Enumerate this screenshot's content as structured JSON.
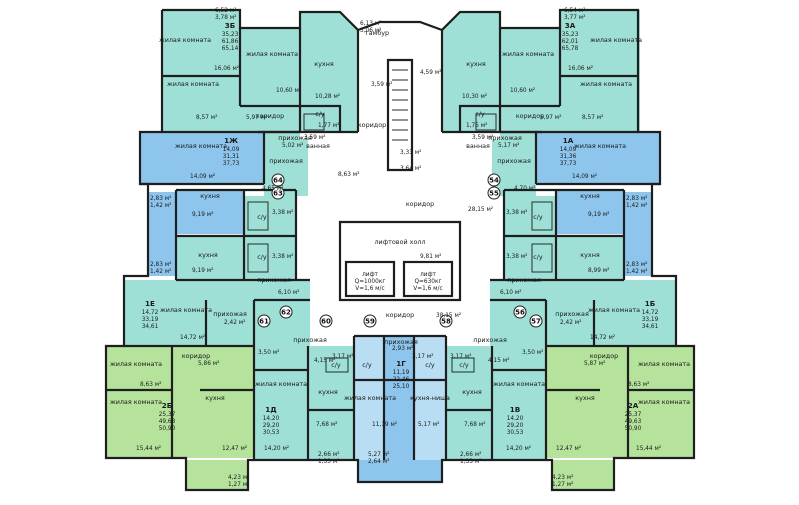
{
  "colors": {
    "teal": "#9fe0d6",
    "blue": "#8ec5ec",
    "lightblue": "#b9def3",
    "green": "#b6e39c",
    "corridor": "#ffffff",
    "wall": "#1e1e1e"
  },
  "apartments": [
    {
      "id": "3B",
      "code": "3Б",
      "area": "35,23",
      "living": "61,86",
      "total": "65,14"
    },
    {
      "id": "3A",
      "code": "3А",
      "area": "35,23",
      "living": "62,01",
      "total": "65,78"
    },
    {
      "id": "1Zh",
      "code": "1Ж",
      "area": "14,09",
      "living": "31,31",
      "total": "37,73"
    },
    {
      "id": "1A",
      "code": "1А",
      "area": "14,09",
      "living": "31,36",
      "total": "37,73"
    },
    {
      "id": "1E",
      "code": "1Е",
      "area": "14,72",
      "living": "33,19",
      "total": "34,61"
    },
    {
      "id": "1B",
      "code": "1Б",
      "area": "14,72",
      "living": "33,19",
      "total": "34,61"
    },
    {
      "id": "2B",
      "code": "2Б",
      "area": "25,37",
      "living": "49,63",
      "total": "50,90"
    },
    {
      "id": "2A",
      "code": "2А",
      "area": "25,37",
      "living": "49,63",
      "total": "50,90"
    },
    {
      "id": "1D",
      "code": "1Д",
      "area": "14,20",
      "living": "29,20",
      "total": "30,53"
    },
    {
      "id": "1V",
      "code": "1В",
      "area": "14,20",
      "living": "29,20",
      "total": "30,53"
    },
    {
      "id": "1G",
      "code": "1Г",
      "area": "11,19",
      "living": "22,46",
      "total": "25,10"
    }
  ],
  "rooms": {
    "zh": "жилая комната",
    "kitchen": "кухня",
    "corridor": "коридор",
    "hall": "прихожая",
    "bath": "ванная",
    "wc": "с/у",
    "vestibule": "тамбур",
    "lift_hall": "лифтовой холл",
    "kitchen_niche": "кухня-ниша",
    "lift": "лифт"
  },
  "areas": {
    "a001": "6,52 м²",
    "a002": "3,78 м²",
    "a003": "6,13 м²",
    "a004": "3,06 м²",
    "a005": "6,54 м²",
    "a006": "3,77 м²",
    "a007": "16,06 м²",
    "a008": "10,60 м²",
    "a009": "10,28 м²",
    "a010": "4,59 м²",
    "a011": "3,59 м²",
    "a012": "10,30 м²",
    "a013": "10,60 м²",
    "a014": "16,06 м²",
    "a015": "8,57 м²",
    "a016": "5,97 м²",
    "a017": "1,77 м²",
    "a018": "1,75 м²",
    "a019": "5,97 м²",
    "a020": "8,57 м²",
    "a021": "5,02 м²",
    "a022": "3,59 м²",
    "a023": "3,33 м²",
    "a024": "3,59 м²",
    "a025": "5,17 м²",
    "a026": "14,09 м²",
    "a027": "4,65 м²",
    "a028": "8,63 м²",
    "a029": "3,64 м²",
    "a030": "4,70 м²",
    "a031": "14,09 м²",
    "a032": "28,15 м²",
    "a033": "2,83 м²",
    "a034": "1,42 м²",
    "a035": "9,19 м²",
    "a036": "3,38 м²",
    "a037": "3,38 м²",
    "a038": "9,19 м²",
    "a039": "2,83 м²",
    "a040": "1,42 м²",
    "a041": "3,38 м²",
    "a042": "9,81 м²",
    "a043": "3,38 м²",
    "a044": "2,83 м²",
    "a045": "1,42 м²",
    "a046": "9,19 м²",
    "a047": "8,99 м²",
    "a048": "2,83 м²",
    "a049": "1,42 м²",
    "a050": "6,10 м²",
    "a051": "6,10 м²",
    "a052": "2,42 м²",
    "a053": "38,15 м²",
    "a054": "2,42 м²",
    "a055": "14,72 м²",
    "a056": "14,72 м²",
    "a057": "5,86 м²",
    "a058": "3,50 м²",
    "a059": "4,15 м²",
    "a060": "3,17 м²",
    "a061": "2,93 м²",
    "a062": "3,17 м²",
    "a063": "3,17 м²",
    "a064": "4,15 м²",
    "a065": "3,50 м²",
    "a066": "5,87 м²",
    "a067": "8,63 м²",
    "a068": "8,63 м²",
    "a069": "7,68 м²",
    "a070": "7,68 м²",
    "a071": "12,47 м²",
    "a072": "14,20 м²",
    "a073": "11,19 м²",
    "a074": "5,17 м²",
    "a075": "14,20 м²",
    "a076": "12,47 м²",
    "a077": "15,44 м²",
    "a078": "15,44 м²",
    "a079": "2,66 м²",
    "a080": "1,33 м²",
    "a081": "5,27 м²",
    "a082": "2,64 м²",
    "a083": "2,66 м²",
    "a084": "1,33 м²",
    "a085": "4,23 м²",
    "a086": "1,27 м²",
    "a087": "4,23 м²",
    "a088": "1,27 м²"
  },
  "lifts": [
    {
      "label": "лифт",
      "capacity": "Q=1000кг",
      "speed": "V=1,6 м/с"
    },
    {
      "label": "лифт",
      "capacity": "Q=630кг",
      "speed": "V=1,6 м/с"
    }
  ],
  "axes": [
    "64",
    "63",
    "54",
    "55",
    "61",
    "62",
    "60",
    "59",
    "58",
    "56",
    "57"
  ]
}
